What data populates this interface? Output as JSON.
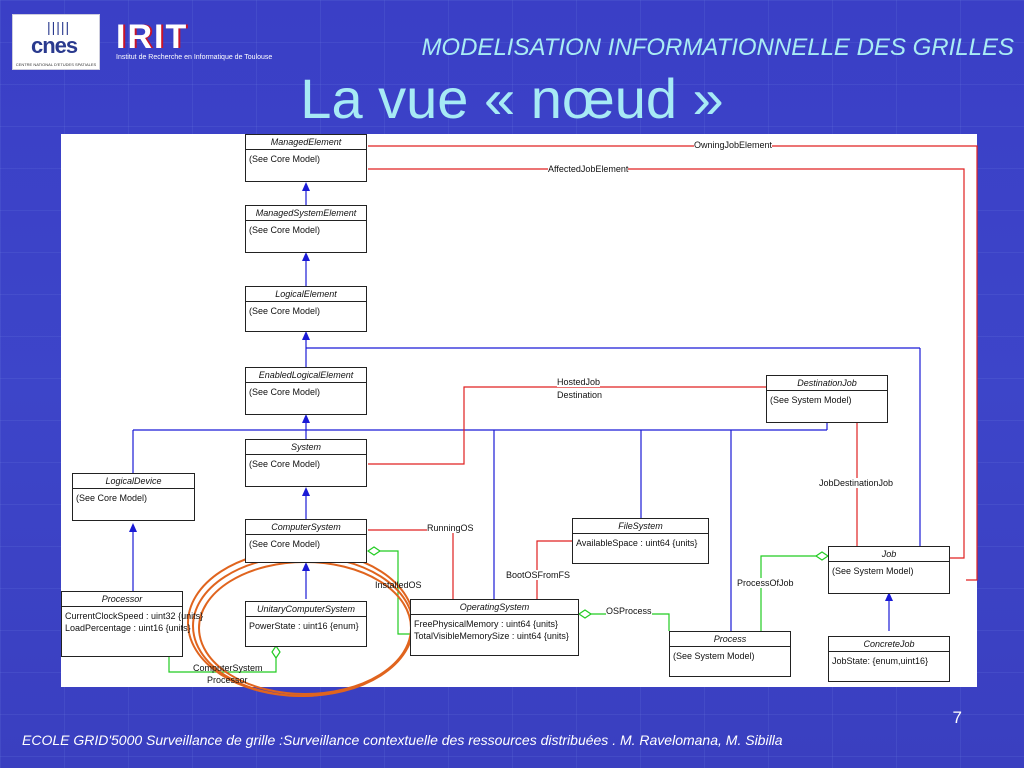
{
  "logos": {
    "cnes_word": "cnes",
    "cnes_tagline": "CENTRE NATIONAL D'ETUDES SPATIALES",
    "irit_word": "IRIT",
    "irit_tagline": "Institut de Recherche en Informatique de Toulouse"
  },
  "header": {
    "title": "MODELISATION INFORMATIONNELLE DES GRILLES"
  },
  "slide": {
    "title": "La vue « nœud »",
    "page_number": "7"
  },
  "footer": {
    "text": "ECOLE GRID'5000 Surveillance de grille :Surveillance contextuelle des ressources distribuées . M. Ravelomana,  M. Sibilla"
  },
  "colors": {
    "inheritance": "#1a1ad6",
    "association": "#e02020",
    "aggregation": "#22cc22",
    "highlight": "#e0641e",
    "title": "#a7eaf5"
  },
  "classes": {
    "managed_element": {
      "name": "ManagedElement",
      "attrs": [
        "(See Core Model)"
      ]
    },
    "managed_system_element": {
      "name": "ManagedSystemElement",
      "attrs": [
        "(See Core Model)"
      ]
    },
    "logical_element": {
      "name": "LogicalElement",
      "attrs": [
        "(See Core Model)"
      ]
    },
    "enabled_logical_element": {
      "name": "EnabledLogicalElement",
      "attrs": [
        "(See Core Model)"
      ]
    },
    "system": {
      "name": "System",
      "attrs": [
        "(See Core Model)"
      ]
    },
    "logical_device": {
      "name": "LogicalDevice",
      "attrs": [
        "(See Core Model)"
      ]
    },
    "computer_system": {
      "name": "ComputerSystem",
      "attrs": [
        "(See Core Model)"
      ]
    },
    "processor": {
      "name": "Processor",
      "attrs": [
        "CurrentClockSpeed : uint32 {units}",
        "LoadPercentage : uint16 {units}"
      ]
    },
    "unitary_computer_system": {
      "name": "UnitaryComputerSystem",
      "attrs": [
        "PowerState : uint16 {enum}"
      ]
    },
    "operating_system": {
      "name": "OperatingSystem",
      "attrs": [
        "FreePhysicalMemory : uint64 {units}",
        "TotalVisibleMemorySize : uint64 {units}"
      ]
    },
    "file_system": {
      "name": "FileSystem",
      "attrs": [
        "AvailableSpace : uint64 {units}"
      ]
    },
    "destination_job": {
      "name": "DestinationJob",
      "attrs": [
        "(See System Model)"
      ]
    },
    "process": {
      "name": "Process",
      "attrs": [
        "(See System Model)"
      ]
    },
    "job": {
      "name": "Job",
      "attrs": [
        "(See System Model)"
      ]
    },
    "concrete_job": {
      "name": "ConcreteJob",
      "attrs": [
        "JobState: {enum,uint16}"
      ]
    }
  },
  "associations": {
    "owning_job_element": "OwningJobElement",
    "affected_job_element": "AffectedJobElement",
    "hosted_job_destination_1": "HostedJob",
    "hosted_job_destination_2": "Destination",
    "running_os": "RunningOS",
    "installed_os": "InstalledOS",
    "boot_os_from_fs": "BootOSFromFS",
    "os_process": "OSProcess",
    "process_of_job": "ProcessOfJob",
    "job_destination_job": "JobDestinationJob",
    "computer_system_processor_1": "ComputerSystem",
    "computer_system_processor_2": "Processor"
  }
}
